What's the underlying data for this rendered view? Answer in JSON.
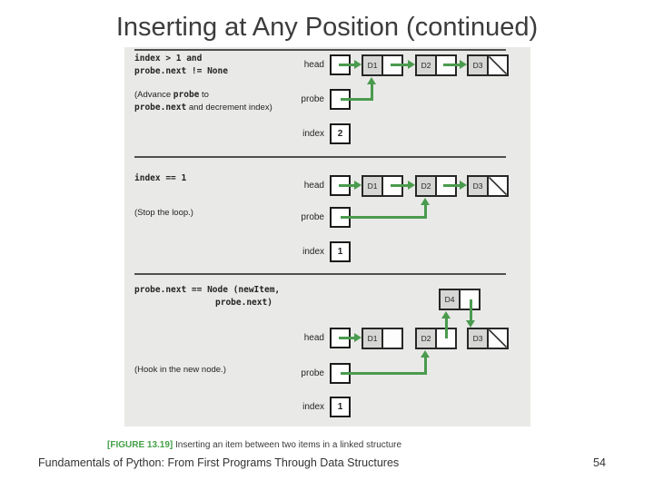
{
  "title": "Inserting at Any Position (continued)",
  "figure": {
    "label": "[FIGURE 13.19]",
    "caption": " Inserting an item between two items in a linked structure",
    "colors": {
      "green": "#4a9b4e",
      "caption_green": "#45a04a",
      "panel_bg": "#e9e9e7",
      "cell_gray": "#d6d6d4"
    },
    "registers": {
      "head": "head",
      "probe": "probe",
      "index": "index"
    },
    "sections": [
      {
        "code": [
          "index > 1 and",
          "probe.next != None"
        ],
        "note": {
          "line1_pre": "(Advance ",
          "line1_mono": "probe",
          "line1_post": " to",
          "line2_mono": "probe.next",
          "line2_post": " and decrement index)"
        },
        "index_value": "2",
        "nodes": [
          "D1",
          "D2",
          "D3"
        ]
      },
      {
        "code": [
          "index == 1"
        ],
        "note": {
          "line1": "(Stop the loop.)"
        },
        "index_value": "1",
        "nodes": [
          "D1",
          "D2",
          "D3"
        ]
      },
      {
        "code": [
          "probe.next == Node (newItem,",
          "probe.next)"
        ],
        "note": {
          "line1": "(Hook in the new node.)"
        },
        "index_value": "1",
        "nodes": [
          "D1",
          "D2",
          "D3"
        ],
        "new_node": "D4"
      }
    ]
  },
  "footer": {
    "book": "Fundamentals of Python: From First Programs Through Data Structures",
    "page": "54"
  }
}
